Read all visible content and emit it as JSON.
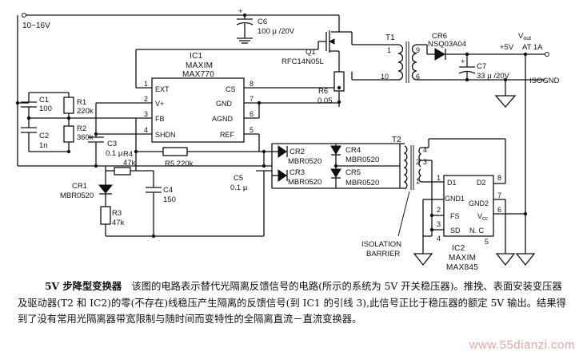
{
  "schematic": {
    "supply_label": "10~16V",
    "ic1": {
      "ref": "IC1",
      "maker": "MAXIM",
      "part": "MAX770",
      "pins": {
        "ext": "EXT",
        "vplus": "V+",
        "fb": "FB",
        "shdn": "SHDN",
        "cs": "CS",
        "gnd": "GND",
        "agnd": "AGND",
        "ref": "REF"
      },
      "pin_numbers": {
        "ext": "1",
        "vplus": "2",
        "fb": "3",
        "shdn": "4",
        "cs": "8",
        "gnd": "7",
        "agnd": "6",
        "ref": "5"
      }
    },
    "ic2": {
      "ref": "IC2",
      "maker": "MAXIM",
      "part": "MAX845",
      "pins": {
        "d1": "D1",
        "d2": "D2",
        "gnd1": "GND1",
        "gnd2": "GND2",
        "fs": "FS",
        "sd": "SD",
        "vcc": "V",
        "vcc_sub": "cc",
        "nc": "N. C"
      },
      "pin_numbers": {
        "d1": "1",
        "d2": "8",
        "gnd1": "2",
        "gnd2": "7",
        "fs": "3",
        "sd": "4",
        "vcc": "6",
        "nc": "5"
      }
    },
    "components": {
      "c6": {
        "ref": "C6",
        "value": "100 μ /20V"
      },
      "q1": {
        "ref": "Q1",
        "value": "RFC14N05L"
      },
      "r6": {
        "ref": "R6",
        "value": "0.05"
      },
      "c1": {
        "ref": "C1",
        "value": "100"
      },
      "r1": {
        "ref": "R1",
        "value": "220k"
      },
      "c2": {
        "ref": "C2",
        "value": "1n"
      },
      "r2": {
        "ref": "R2",
        "value": "360k"
      },
      "c3": {
        "ref": "C3",
        "value": "0.1 μ"
      },
      "r4": {
        "ref": "R4",
        "value": "47k"
      },
      "r5": {
        "ref": "R5",
        "value": "220k"
      },
      "cr1": {
        "ref": "CR1",
        "value": "MBR0520"
      },
      "c4": {
        "ref": "C4",
        "value": "150"
      },
      "r3": {
        "ref": "R3",
        "value": "47k"
      },
      "c5": {
        "ref": "C5",
        "value": "0.1 μ"
      },
      "cr2": {
        "ref": "CR2",
        "value": "MBR0520"
      },
      "cr3": {
        "ref": "CR3",
        "value": "MBR0520"
      },
      "cr4": {
        "ref": "CR4",
        "value": "MBR0520"
      },
      "cr5": {
        "ref": "CR5",
        "value": "MBR0520"
      },
      "t1": {
        "ref": "T1",
        "pin_top_left": "1",
        "pin_bottom_left": "10",
        "pin_top_right": "9",
        "pin_bottom_right": "6"
      },
      "t2": {
        "ref": "T2",
        "pin_1": "1",
        "pin_2": "2",
        "pin_3": "3",
        "pin_4": "4"
      },
      "cr6": {
        "ref": "CR6",
        "value": "NSQ03A04"
      },
      "c7": {
        "ref": "C7",
        "value": "33 μ /20V"
      }
    },
    "output": {
      "vout": "V",
      "vout_sub": "out",
      "plus5": "+5V",
      "current": "AT   1A",
      "isognd": "ISOGND"
    },
    "barrier": {
      "line1": "ISOLATION",
      "line2": "BARRIER"
    }
  },
  "caption": {
    "title": "5V 步降型变换器",
    "body": "该图的电路表示替代光隔离反馈信号的电路(所示的系统为 5V 开关稳压器)。推挽、表面安装变压器及驱动器(T2 和 IC2)的零(不存在)线稳压产生隔离的反馈信号(到 IC1 的引线 3),此信号正比于稳压器的额定 5V 输出。结果得到了没有常用光隔离器带宽限制与随时间而变特性的全隔离直流－直流变换器。"
  },
  "watermark": "www.55dianzi.com"
}
